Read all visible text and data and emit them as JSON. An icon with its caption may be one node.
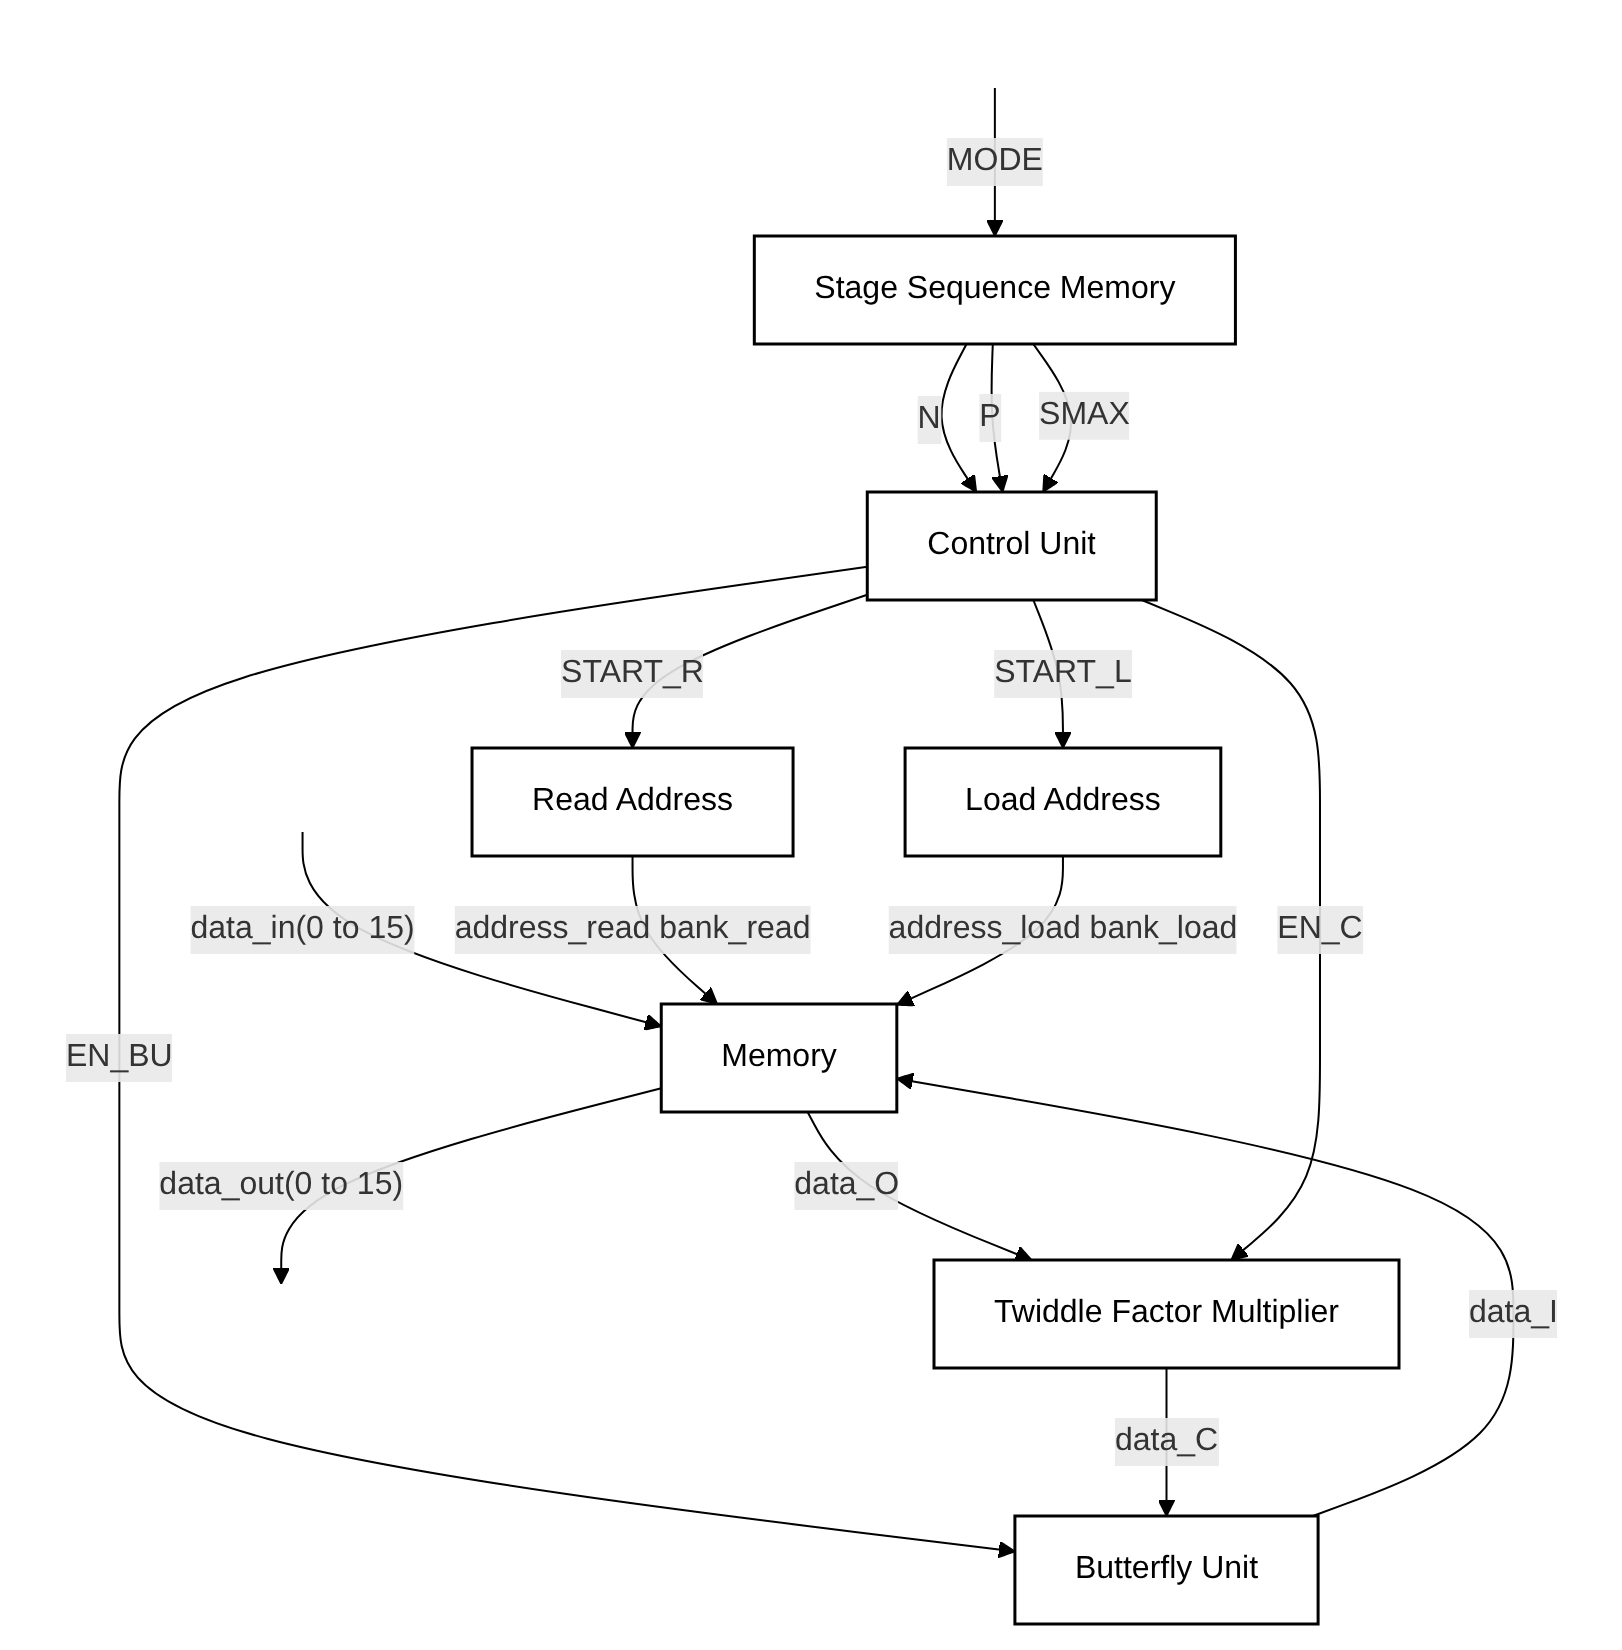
{
  "diagram": {
    "nodes": [
      {
        "text": [
          "Memory"
        ]
      },
      {
        "text": [
          "Read Address"
        ]
      },
      {
        "text": [
          "Load Address"
        ]
      },
      {
        "text": [
          "Control Unit"
        ]
      },
      {
        "text": [
          "Stage Sequence Memory"
        ]
      },
      {
        "text": [
          "Twiddle Factor Multiplier"
        ]
      },
      {
        "text": [
          "Butterfly Unit"
        ]
      }
    ],
    "edges": [
      {
        "from": 0,
        "to": null,
        "arrow": "to",
        "label": "data_out(0 to 15)"
      },
      {
        "from": null,
        "to": 0,
        "arrow": "to",
        "label": "data_in(0 to 15)"
      },
      {
        "from": 0,
        "to": 5,
        "arrow": "to",
        "label": "data_O"
      },
      {
        "from": 6,
        "to": 0,
        "arrow": "to",
        "label": "data_I"
      },
      {
        "from": 1,
        "to": 0,
        "arrow": "to",
        "label": "address_read bank_read"
      },
      {
        "from": 2,
        "to": 0,
        "arrow": "to",
        "label": "address_load bank_load"
      },
      {
        "from": 3,
        "to": 1,
        "arrow": "to",
        "label": "START_R"
      },
      {
        "from": 3,
        "to": 2,
        "arrow": "to",
        "label": "START_L"
      },
      {
        "from": 4,
        "to": 3,
        "arrow": "to",
        "label": "N"
      },
      {
        "from": 4,
        "to": 3,
        "arrow": "to",
        "label": "P"
      },
      {
        "from": 4,
        "to": 3,
        "arrow": "to",
        "label": "SMAX"
      },
      {
        "from": null,
        "to": 4,
        "arrow": "to",
        "label": "MODE"
      },
      {
        "from": 3,
        "to": 5,
        "arrow": "to",
        "label": "EN_C"
      },
      {
        "from": 3,
        "to": 6,
        "arrow": "to",
        "label": "EN_BU"
      },
      {
        "from": 5,
        "to": 6,
        "arrow": "to",
        "label": "data_C"
      }
    ]
  }
}
